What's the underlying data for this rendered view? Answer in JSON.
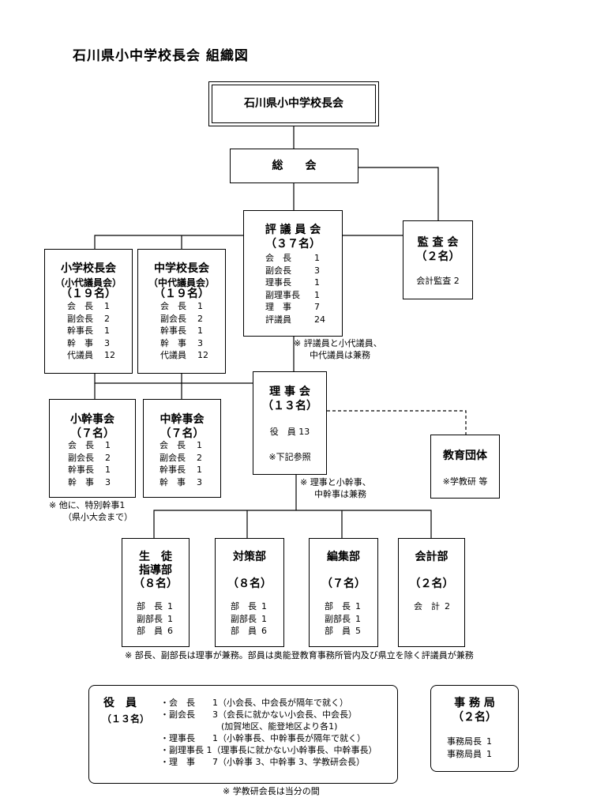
{
  "title": "石川県小中学校長会 組織図",
  "top": "石川県小中学校長会",
  "soukai": "総　　会",
  "hyougiin": {
    "name": "評 議 員 会",
    "count": "（３７名）",
    "members": [
      [
        "会　長",
        "1"
      ],
      [
        "副会長",
        "3"
      ],
      [
        "理事長",
        "1"
      ],
      [
        "副理事長",
        "1"
      ],
      [
        "理　事",
        "7"
      ],
      [
        "評議員",
        "24"
      ]
    ],
    "note1": "※ 評議員と小代議員、",
    "note2": "中代議員は兼務"
  },
  "kansa": {
    "name": "監 査 会",
    "count": "（２名）",
    "member": "会計監査 2"
  },
  "shogaku": {
    "name": "小学校長会",
    "sub": "（小代議員会）",
    "count": "（１９名）",
    "members": [
      [
        "会　長",
        "1"
      ],
      [
        "副会長",
        "2"
      ],
      [
        "幹事長",
        "1"
      ],
      [
        "幹　事",
        "3"
      ],
      [
        "代議員",
        "12"
      ]
    ]
  },
  "chugaku": {
    "name": "中学校長会",
    "sub": "（中代議員会）",
    "count": "（１９名）",
    "members": [
      [
        "会　長",
        "1"
      ],
      [
        "副会長",
        "2"
      ],
      [
        "幹事長",
        "1"
      ],
      [
        "幹　事",
        "3"
      ],
      [
        "代議員",
        "12"
      ]
    ]
  },
  "rijikai": {
    "name": "理 事 会",
    "count": "（１３名）",
    "member": "役　員 13",
    "ref": "※下記参照",
    "note1": "※ 理事と小幹事、",
    "note2": "中幹事は兼務"
  },
  "shokanji": {
    "name": "小幹事会",
    "count": "（７名）",
    "members": [
      [
        "会　長",
        "1"
      ],
      [
        "副会長",
        "2"
      ],
      [
        "幹事長",
        "1"
      ],
      [
        "幹　事",
        "3"
      ]
    ],
    "note1": "※ 他に、特別幹事1",
    "note2": "（県小大会まで）"
  },
  "chukanji": {
    "name": "中幹事会",
    "count": "（７名）",
    "members": [
      [
        "会　長",
        "1"
      ],
      [
        "副会長",
        "2"
      ],
      [
        "幹事長",
        "1"
      ],
      [
        "幹　事",
        "3"
      ]
    ]
  },
  "kyoiku": {
    "name": "教育団体",
    "member": "※学教研 等"
  },
  "bu": [
    {
      "name1": "生　徒",
      "name2": "指導部",
      "count": "（８名）",
      "members": [
        [
          "部　長",
          "1"
        ],
        [
          "副部長",
          "1"
        ],
        [
          "部　員",
          "6"
        ]
      ]
    },
    {
      "name1": "対策部",
      "name2": "",
      "count": "（８名）",
      "members": [
        [
          "部　長",
          "1"
        ],
        [
          "副部長",
          "1"
        ],
        [
          "部　員",
          "6"
        ]
      ]
    },
    {
      "name1": "編集部",
      "name2": "",
      "count": "（７名）",
      "members": [
        [
          "部　長",
          "1"
        ],
        [
          "副部長",
          "1"
        ],
        [
          "部　員",
          "5"
        ]
      ]
    },
    {
      "name1": "会計部",
      "name2": "",
      "count": "（２名）",
      "members": [
        [
          "会　計",
          "2"
        ]
      ]
    }
  ],
  "bu_note": "※ 部長、副部長は理事が兼務。部員は奥能登教育事務所管内及び県立を除く評議員が兼務",
  "yakuin": {
    "name": "役　員",
    "count": "（１３名）",
    "lines": [
      "・会　長　　1（小会長、中会長が隔年で就く）",
      "・副会長　　3（会長に就かない小会長、中会長）",
      "　　　　　　　(加賀地区、能登地区より各1)",
      "・理事長　　1（小幹事長、中幹事長が隔年で就く）",
      "・副理事長 1（理事長に就かない小幹事長、中幹事長）",
      "・理　事　　7（小幹事 3、中幹事 3、学教研会長）"
    ],
    "note": "※ 学教研会長は当分の間"
  },
  "jimu": {
    "name": "事 務 局",
    "count": "（２名）",
    "members": [
      [
        "事務局長",
        "1"
      ],
      [
        "事務局員",
        "1"
      ]
    ]
  }
}
